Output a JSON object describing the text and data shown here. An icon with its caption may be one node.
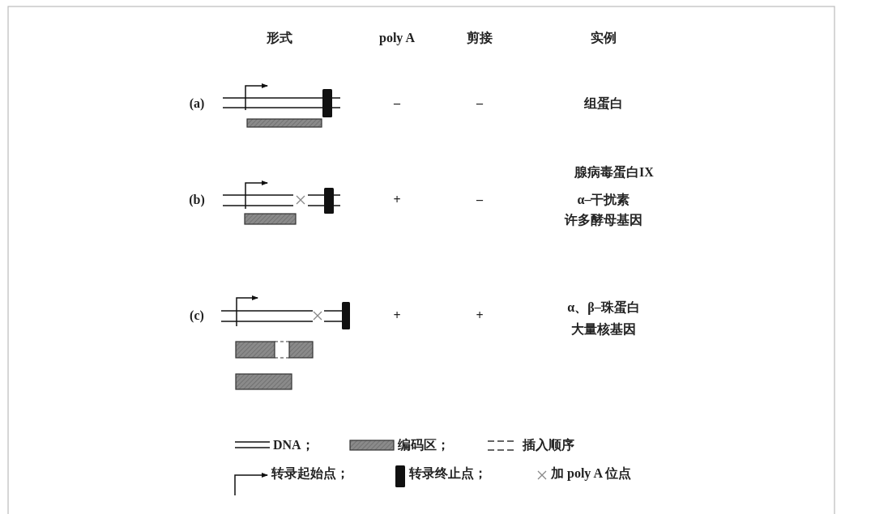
{
  "diagram": {
    "labels": [
      "形式",
      "poly A",
      "剪接",
      "实例",
      "(a)",
      "–",
      "–",
      "组蛋白",
      "(b)",
      "+",
      "–",
      "腺病毒蛋白IX",
      "α–干扰素",
      "许多酵母基因",
      "(c)",
      "+",
      "+",
      "α、β–珠蛋白",
      "大量核基因"
    ],
    "legend": [
      {
        "text": "DNA；"
      },
      {
        "text": "编码区；"
      },
      {
        "text": "插入顺序"
      },
      {
        "text": "转录起始点；"
      },
      {
        "text": "转录终止点；"
      },
      {
        "text": "加 poly A 位点"
      }
    ]
  }
}
